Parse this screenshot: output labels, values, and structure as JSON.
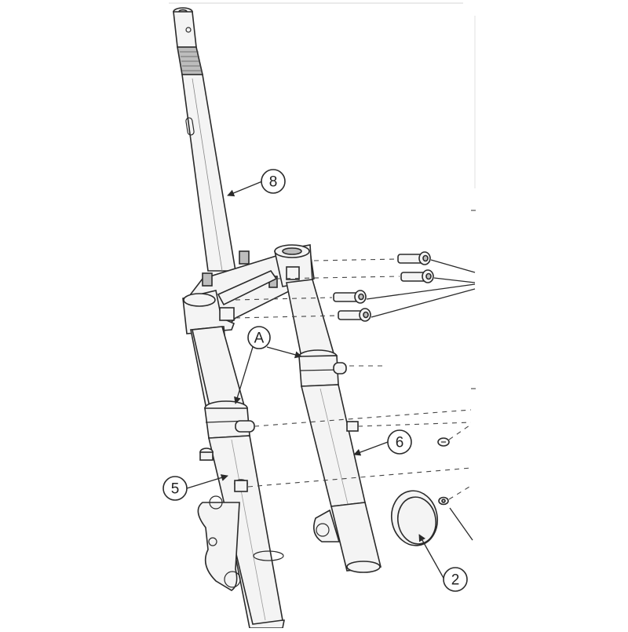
{
  "diagram": {
    "callouts": {
      "steering_stem": "8",
      "left_fork_leg": "5",
      "right_fork_leg": "6",
      "reflector_cap": "2",
      "clamp_point": "A"
    }
  }
}
